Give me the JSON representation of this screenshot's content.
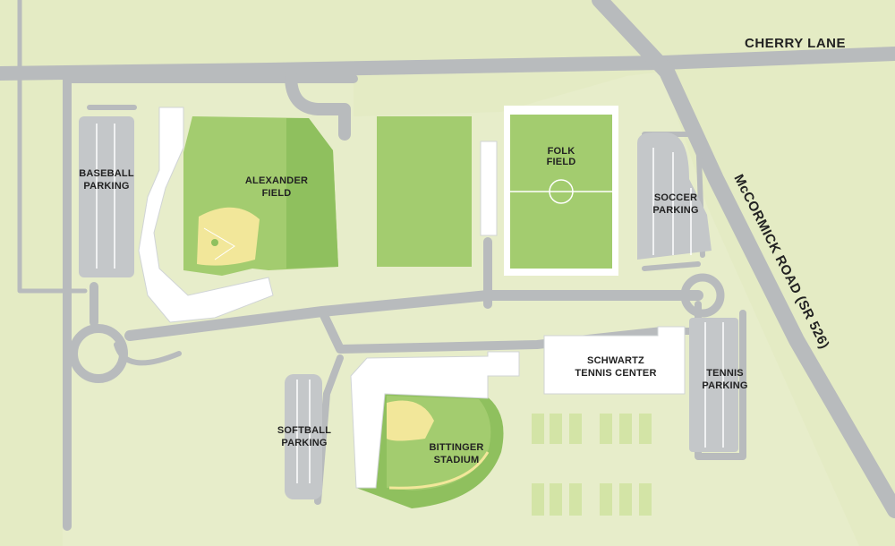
{
  "map": {
    "roads": {
      "cherry_lane": "CHERRY LANE",
      "mccormick_road": "McCORMICK ROAD (SR 526)"
    },
    "labels": {
      "baseball_parking": [
        "BASEBALL",
        "PARKING"
      ],
      "alexander_field": [
        "ALEXANDER",
        "FIELD"
      ],
      "folk_field": [
        "FOLK",
        "FIELD"
      ],
      "soccer_parking": [
        "SOCCER",
        "PARKING"
      ],
      "schwartz_tennis_center": [
        "SCHWARTZ",
        "TENNIS CENTER"
      ],
      "tennis_parking": [
        "TENNIS",
        "PARKING"
      ],
      "softball_parking": [
        "SOFTBALL",
        "PARKING"
      ],
      "bittinger_stadium": [
        "BITTINGER",
        "STADIUM"
      ]
    },
    "colors": {
      "background": "#e4ebc4",
      "road": "#b8bbbd",
      "building": "#ffffff",
      "field": "#a3cc6f",
      "field_dark": "#8fc05e",
      "infield": "#f2e79a",
      "tennis_court": "#d3e4a6"
    }
  }
}
